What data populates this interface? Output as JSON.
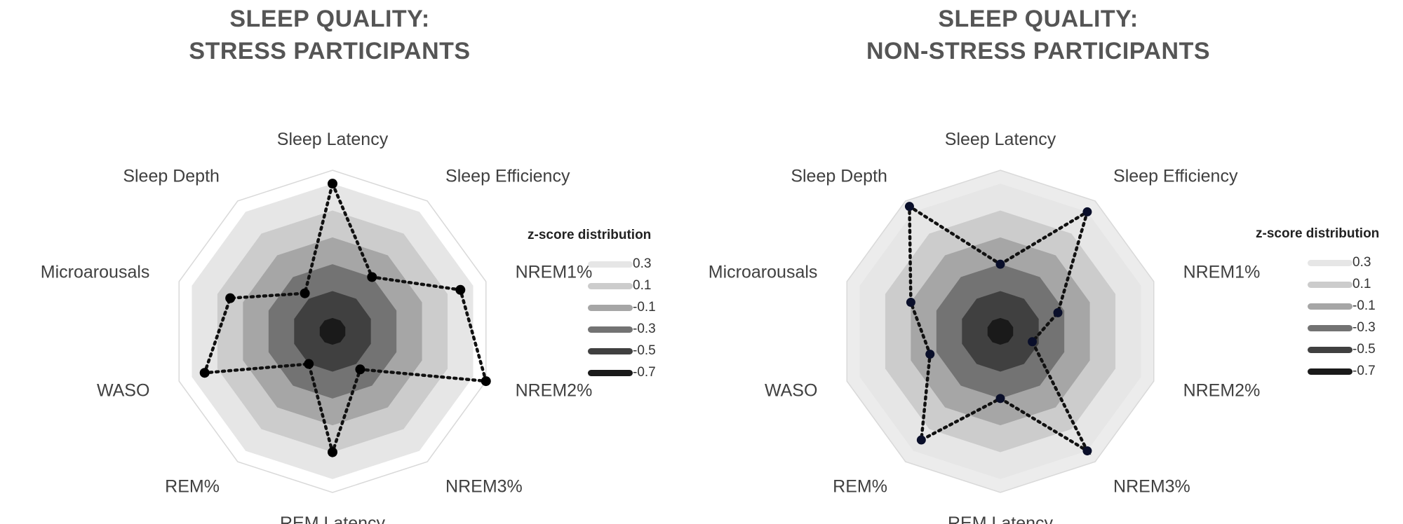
{
  "legend": {
    "title": "z-score distribution",
    "levels": [
      {
        "label": "0.3",
        "color": "#e6e6e6"
      },
      {
        "label": "0.1",
        "color": "#cccccc"
      },
      {
        "label": "-0.1",
        "color": "#a6a6a6"
      },
      {
        "label": "-0.3",
        "color": "#737373"
      },
      {
        "label": "-0.5",
        "color": "#404040"
      },
      {
        "label": "-0.7",
        "color": "#1a1a1a"
      }
    ]
  },
  "panels": [
    {
      "title_line1": "SLEEP QUALITY:",
      "title_line2": "STRESS PARTICIPANTS"
    },
    {
      "title_line1": "SLEEP QUALITY:",
      "title_line2": "NON-STRESS PARTICIPANTS"
    }
  ],
  "chart_data": [
    {
      "type": "radar",
      "title": "SLEEP QUALITY: STRESS PARTICIPANTS",
      "axes": [
        "Sleep Latency",
        "Sleep Efficiency",
        "NREM1%",
        "NREM2%",
        "NREM3%",
        "REM Latency",
        "REM%",
        "WASO",
        "Microarousals",
        "Sleep Depth"
      ],
      "range": [
        -0.8,
        0.4
      ],
      "bands": [
        0.3,
        0.1,
        -0.1,
        -0.3,
        -0.5,
        -0.7
      ],
      "series": [
        {
          "values": [
            0.3,
            -0.3,
            0.2,
            0.4,
            -0.45,
            0.1,
            -0.5,
            0.2,
            0.0,
            -0.45
          ]
        }
      ],
      "legend_title": "z-score distribution",
      "legend_position": "right"
    },
    {
      "type": "radar",
      "title": "SLEEP QUALITY: NON-STRESS PARTICIPANTS",
      "axes": [
        "Sleep Latency",
        "Sleep Efficiency",
        "NREM1%",
        "NREM2%",
        "NREM3%",
        "REM Latency",
        "REM%",
        "WASO",
        "Microarousals",
        "Sleep Depth"
      ],
      "range": [
        -0.8,
        0.4
      ],
      "bands": [
        0.3,
        0.1,
        -0.1,
        -0.3,
        -0.5,
        -0.7
      ],
      "series": [
        {
          "values": [
            -0.3,
            0.3,
            -0.35,
            -0.55,
            0.3,
            -0.3,
            0.2,
            -0.25,
            -0.1,
            0.35
          ]
        }
      ],
      "legend_title": "z-score distribution",
      "legend_position": "right"
    }
  ]
}
